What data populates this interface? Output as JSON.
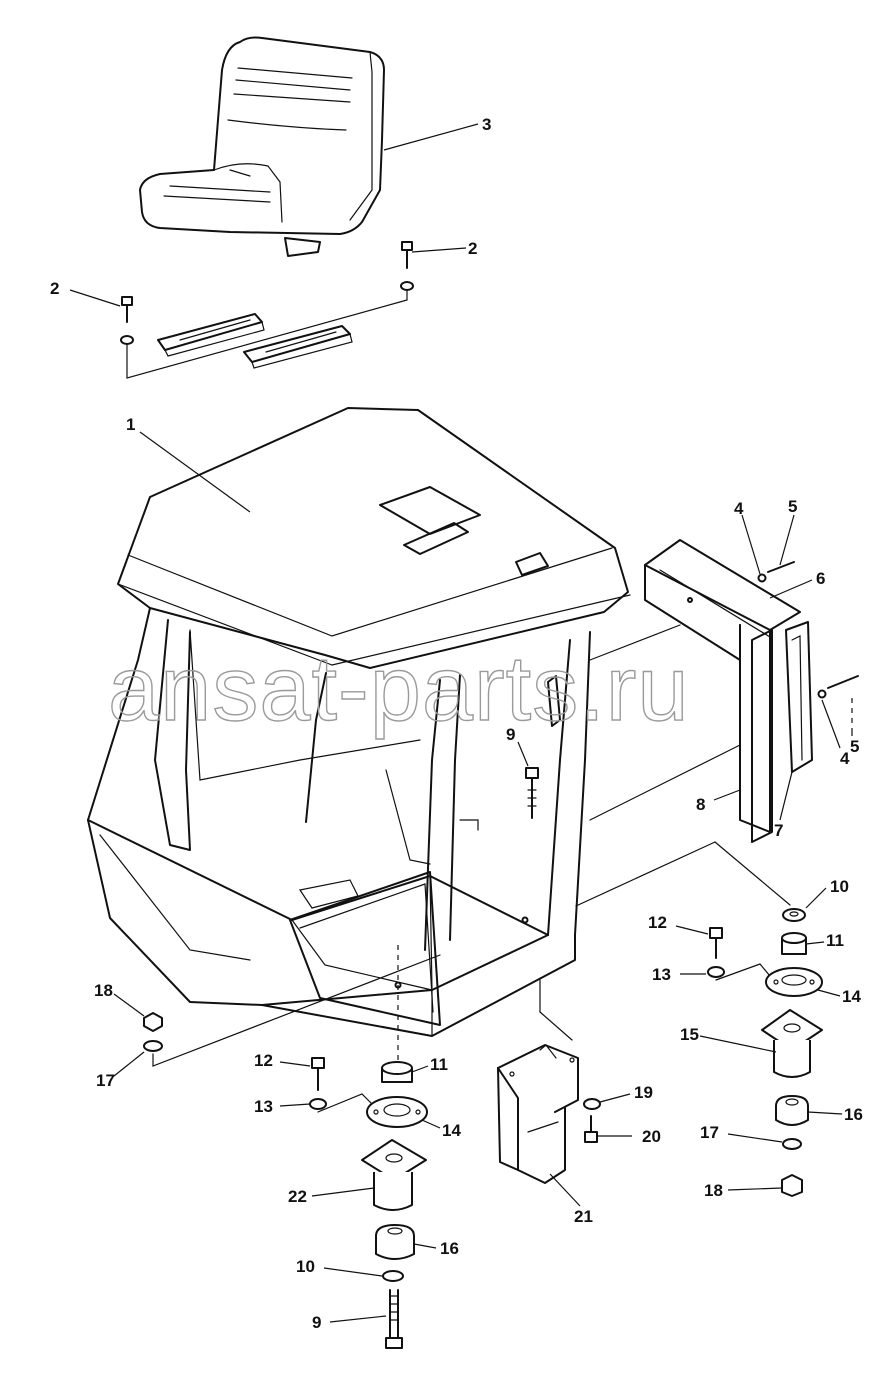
{
  "watermark": "ansat-parts.ru",
  "callouts": {
    "c1": "1",
    "c2a": "2",
    "c2b": "2",
    "c3": "3",
    "c4a": "4",
    "c4b": "4",
    "c5a": "5",
    "c5b": "5",
    "c6": "6",
    "c7": "7",
    "c8": "8",
    "c9a": "9",
    "c9b": "9",
    "c10a": "10",
    "c10b": "10",
    "c11a": "11",
    "c11b": "11",
    "c12a": "12",
    "c12b": "12",
    "c13a": "13",
    "c13b": "13",
    "c14a": "14",
    "c14b": "14",
    "c15": "15",
    "c16a": "16",
    "c16b": "16",
    "c17a": "17",
    "c17b": "17",
    "c18a": "18",
    "c18b": "18",
    "c19": "19",
    "c20": "20",
    "c21": "21",
    "c22": "22"
  }
}
